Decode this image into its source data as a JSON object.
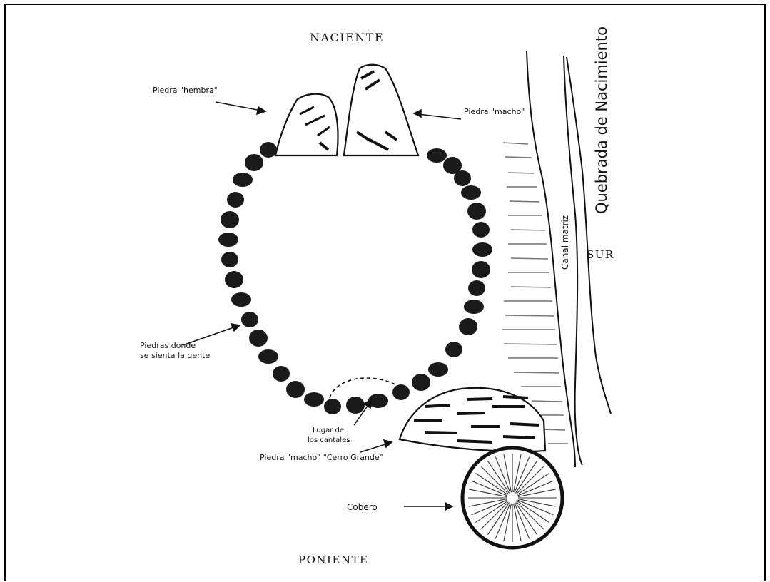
{
  "labels": {
    "naciente": "NACIENTE",
    "poniente": "PONIENTE",
    "sur": "SUR",
    "quebrada": "Quebrada de Nacimiento",
    "canal": "Canal matriz",
    "piedra_hembra": "Piedra \"hembra\"",
    "piedra_macho": "Piedra \"macho\"",
    "piedras_line1": "Piedras donde",
    "piedras_line2": "se sienta la gente",
    "lugar_line1": "Lugar de",
    "lugar_line2": "los cantales",
    "piedra_cerro": "Piedra \"macho\" \"Cerro Grande\"",
    "cobero": "Cobero"
  },
  "colors": {
    "ink": "#111111",
    "stone": "#1a1a1a",
    "hatch": "#555555",
    "background": "#ffffff"
  }
}
